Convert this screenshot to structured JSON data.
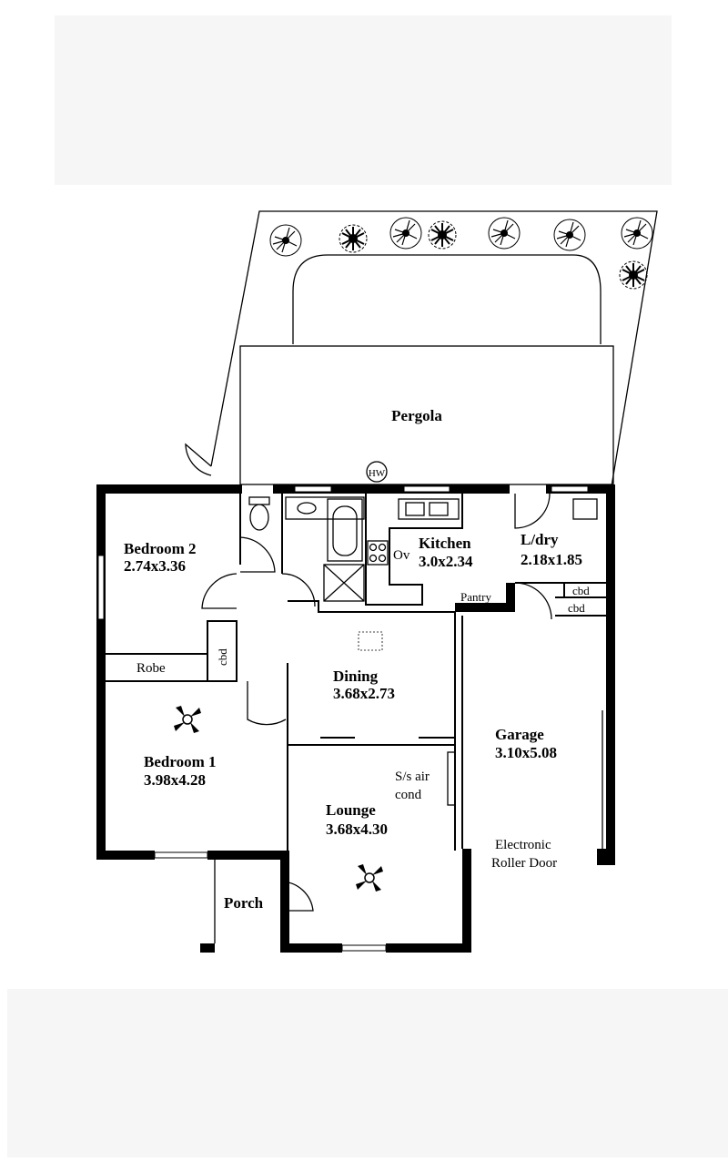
{
  "plan": {
    "pergola": "Pergola",
    "hw": "HW",
    "bedroom2": {
      "name": "Bedroom 2",
      "size": "2.74x3.36"
    },
    "kitchen": {
      "name": "Kitchen",
      "size": "3.0x2.34"
    },
    "ov": "Ov",
    "laundry": {
      "name": "L/dry",
      "size": "2.18x1.85"
    },
    "cbd_a": "cbd",
    "cbd_b": "cbd",
    "cbd_c": "cbd",
    "pantry": "Pantry",
    "robe": "Robe",
    "dining": {
      "name": "Dining",
      "size": "3.68x2.73"
    },
    "garage": {
      "name": "Garage",
      "size": "3.10x5.08"
    },
    "bedroom1": {
      "name": "Bedroom 1",
      "size": "3.98x4.28"
    },
    "aircon": {
      "line1": "S/s air",
      "line2": "cond"
    },
    "lounge": {
      "name": "Lounge",
      "size": "3.68x4.30"
    },
    "garage_door": {
      "line1": "Electronic",
      "line2": "Roller Door"
    },
    "porch": "Porch"
  }
}
